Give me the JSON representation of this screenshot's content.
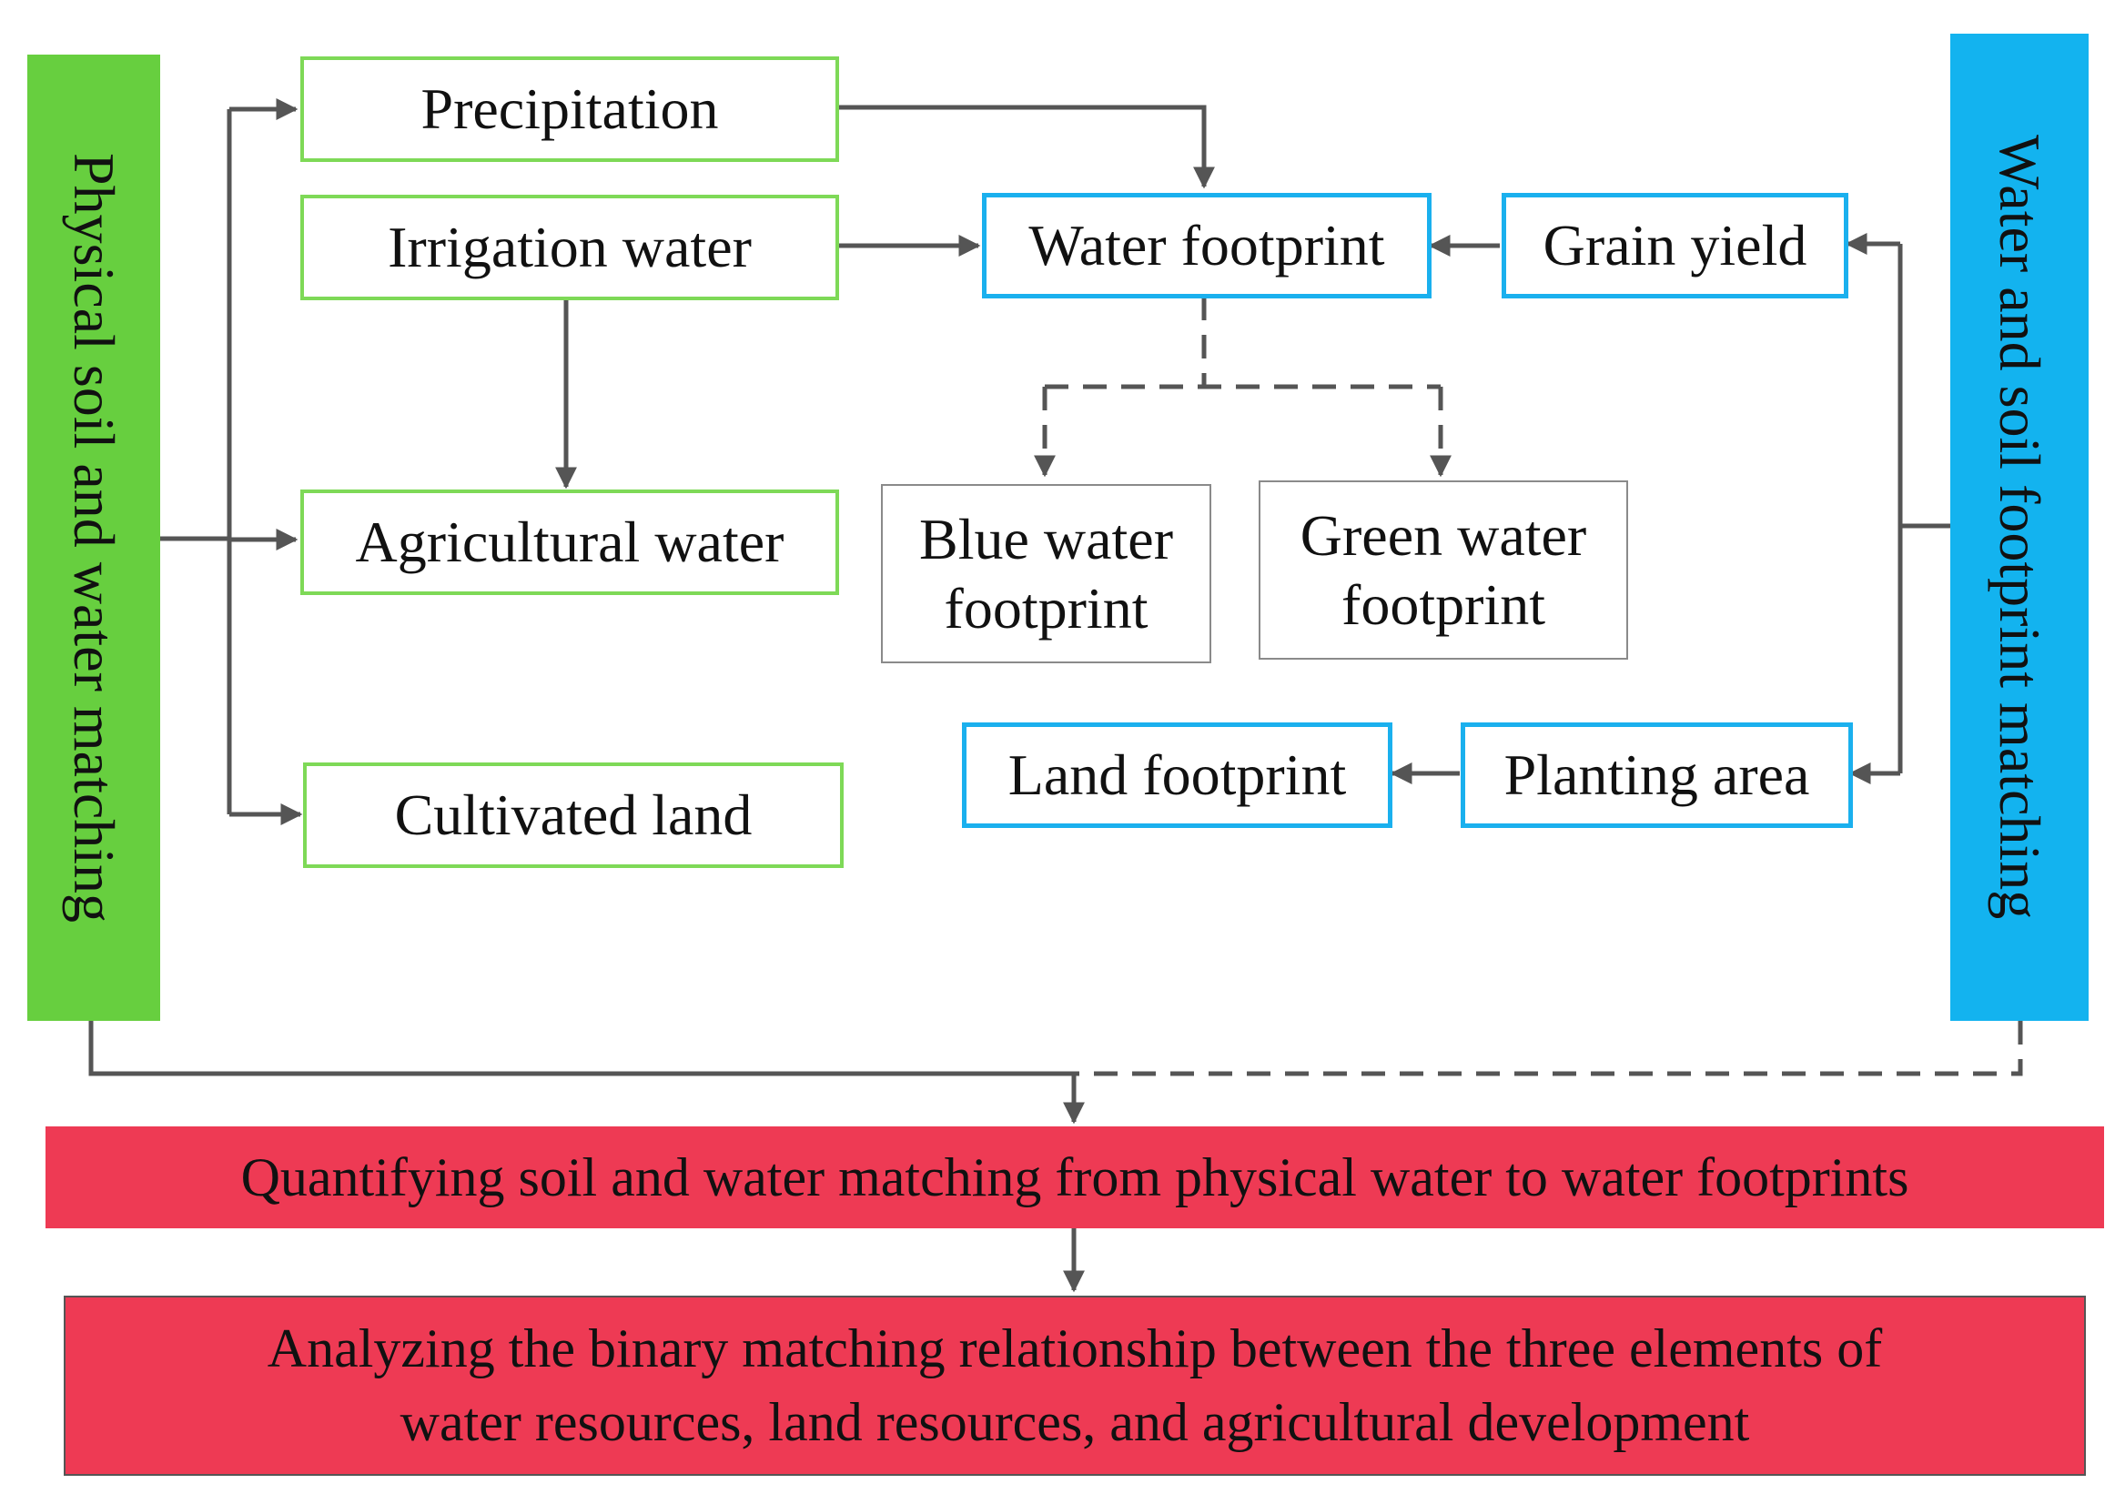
{
  "colors": {
    "physical_bar": "#67cf3f",
    "footprint_bar": "#13b3ef",
    "green_border": "#7ed957",
    "blue_border": "#1ab0ee",
    "result_fill": "#ee3a54",
    "connector": "#555555"
  },
  "left_bar": {
    "label": "Physical soil and water matching"
  },
  "right_bar": {
    "label": "Water and soil footprint matching"
  },
  "physical_nodes": {
    "precipitation": "Precipitation",
    "irrigation_water": "Irrigation water",
    "agricultural_water": "Agricultural water",
    "cultivated_land": "Cultivated land"
  },
  "footprint_nodes": {
    "water_footprint": "Water footprint",
    "grain_yield": "Grain yield",
    "blue_water_line1": "Blue water",
    "blue_water_line2": "footprint",
    "green_water_line1": "Green water",
    "green_water_line2": "footprint",
    "land_footprint": "Land footprint",
    "planting_area": "Planting area"
  },
  "results": {
    "quantifying": "Quantifying soil and water matching from physical water to water footprints",
    "analyzing_line1": "Analyzing the binary matching relationship between the three elements of",
    "analyzing_line2": "water resources, land resources, and agricultural development"
  }
}
